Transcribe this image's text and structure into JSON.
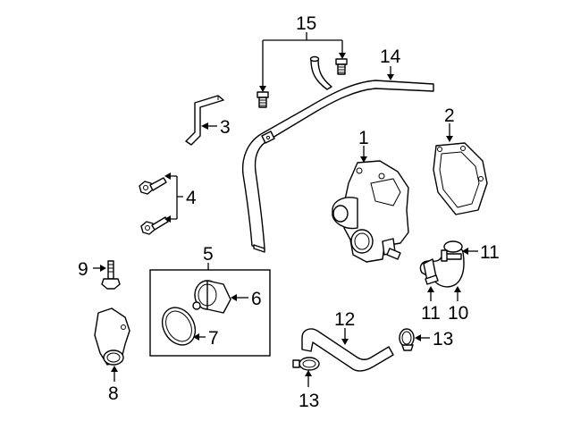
{
  "diagram": {
    "type": "exploded-parts-diagram",
    "subject": "engine cooling - water pump, thermostat and hoses",
    "callouts": {
      "c1": "1",
      "c2": "2",
      "c3": "3",
      "c4": "4",
      "c5": "5",
      "c6": "6",
      "c7": "7",
      "c8": "8",
      "c9": "9",
      "c10": "10",
      "c11a": "11",
      "c11b": "11",
      "c12": "12",
      "c13a": "13",
      "c13b": "13",
      "c14": "14",
      "c15": "15"
    },
    "parts": [
      {
        "callout": "1",
        "part": "water pump"
      },
      {
        "callout": "2",
        "part": "gasket"
      },
      {
        "callout": "3",
        "part": "bracket"
      },
      {
        "callout": "4",
        "part": "bolts (2)"
      },
      {
        "callout": "5",
        "part": "thermostat kit (boxed)"
      },
      {
        "callout": "6",
        "part": "thermostat"
      },
      {
        "callout": "7",
        "part": "seal ring"
      },
      {
        "callout": "8",
        "part": "thermostat housing"
      },
      {
        "callout": "9",
        "part": "bolt"
      },
      {
        "callout": "10",
        "part": "hose"
      },
      {
        "callout": "11",
        "part": "clamps (2)"
      },
      {
        "callout": "12",
        "part": "hose"
      },
      {
        "callout": "13",
        "part": "clamps (2)"
      },
      {
        "callout": "14",
        "part": "pipe"
      },
      {
        "callout": "15",
        "part": "bolts (2)"
      }
    ]
  }
}
